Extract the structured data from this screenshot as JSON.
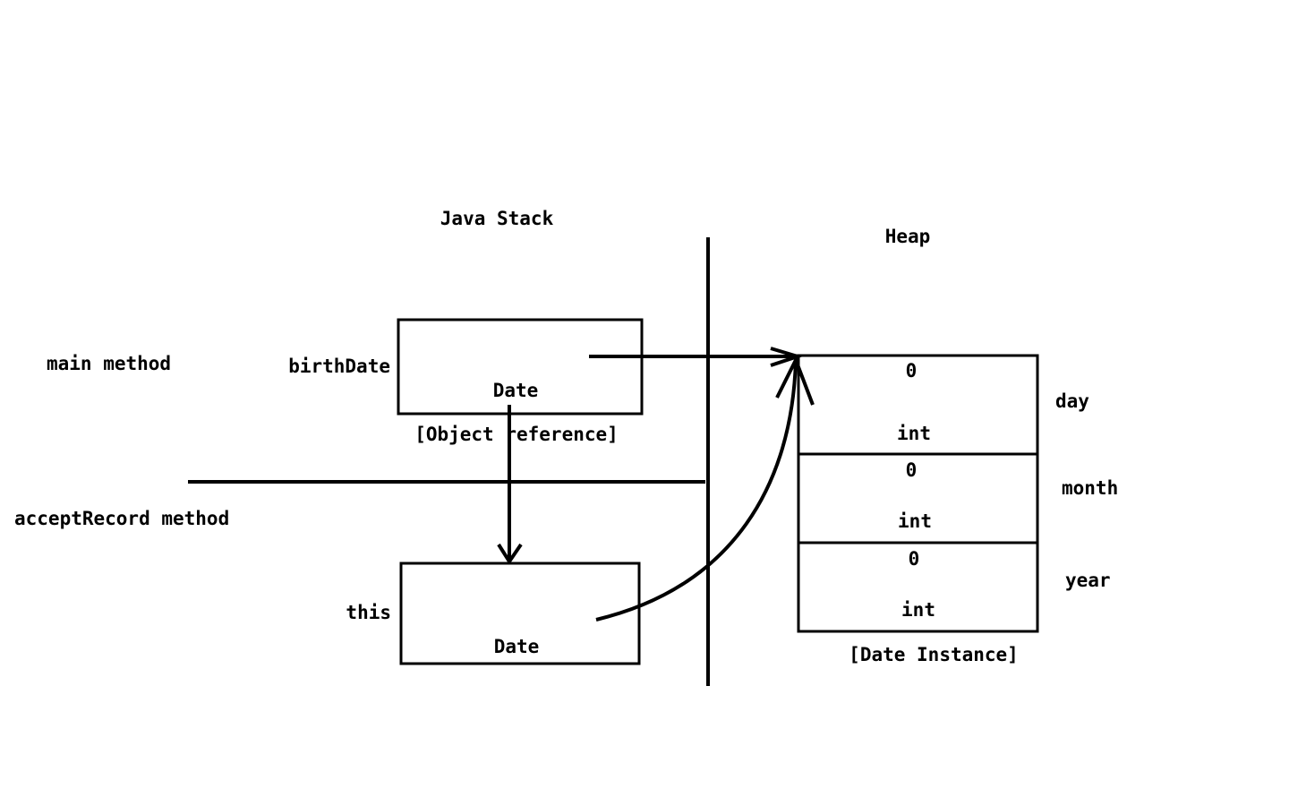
{
  "titles": {
    "stack": "Java Stack",
    "heap": "Heap"
  },
  "frames": {
    "main": "main method",
    "accept_record": "acceptRecord method"
  },
  "stack_vars": {
    "birthdate": {
      "name": "birthDate",
      "type": "Date",
      "caption": "[Object reference]"
    },
    "this": {
      "name": "this",
      "type": "Date"
    }
  },
  "heap_object": {
    "caption": "[Date Instance]",
    "fields": [
      {
        "name": "day",
        "value": "0",
        "type": "int"
      },
      {
        "name": "month",
        "value": "0",
        "type": "int"
      },
      {
        "name": "year",
        "value": "0",
        "type": "int"
      }
    ]
  }
}
